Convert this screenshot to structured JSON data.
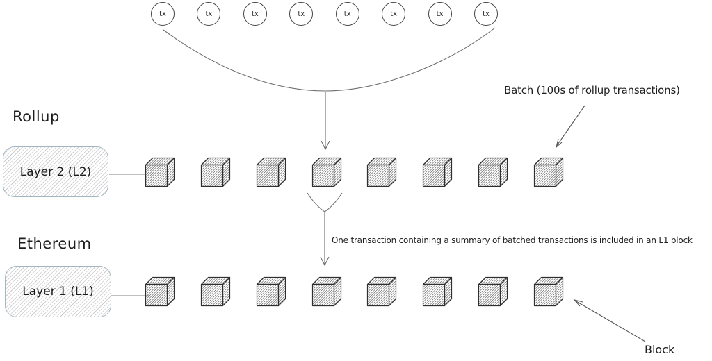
{
  "sections": {
    "rollup": {
      "label": "Rollup",
      "box_label": "Layer 2 (L2)"
    },
    "ethereum": {
      "label": "Ethereum",
      "box_label": "Layer 1 (L1)"
    }
  },
  "transactions": {
    "label": "tx",
    "count": 8
  },
  "blocks": {
    "l2_count": 8,
    "l1_count": 8
  },
  "annotations": {
    "batch": "Batch (100s of rollup transactions)",
    "summary": "One transaction containing a summary of batched transactions is included in an L1 block",
    "block": "Block"
  },
  "colors": {
    "stroke": "#1e1e1e",
    "box_border": "#a2b5c2",
    "flow_line": "#6d6d6d",
    "connector_line": "#9a9a9a",
    "annotation_arrow": "#565656"
  }
}
